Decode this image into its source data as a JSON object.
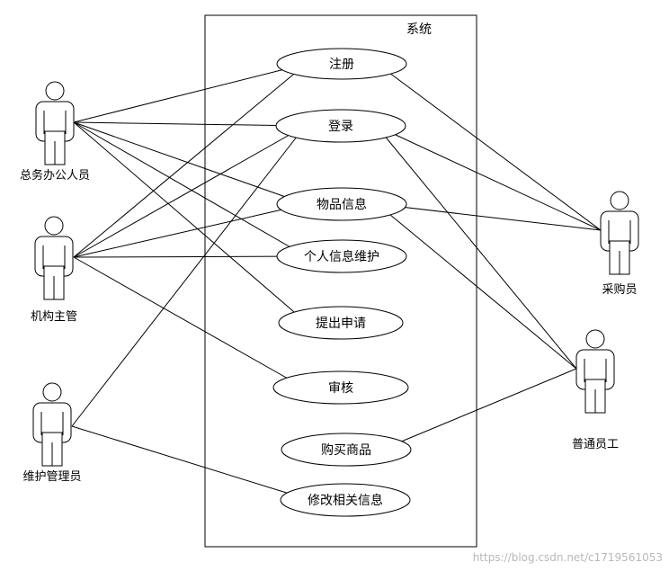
{
  "system": {
    "title": "系统"
  },
  "actors": [
    {
      "id": "general_office",
      "label": "总务办公人员"
    },
    {
      "id": "org_supervisor",
      "label": "机构主管"
    },
    {
      "id": "maintainer",
      "label": "维护管理员"
    },
    {
      "id": "purchaser",
      "label": "采购员"
    },
    {
      "id": "employee",
      "label": "普通员工"
    }
  ],
  "use_cases": [
    {
      "id": "register",
      "label": "注册"
    },
    {
      "id": "login",
      "label": "登录"
    },
    {
      "id": "item_info",
      "label": "物品信息"
    },
    {
      "id": "personal_info",
      "label": "个人信息维护"
    },
    {
      "id": "submit_request",
      "label": "提出申请"
    },
    {
      "id": "review",
      "label": "审核"
    },
    {
      "id": "buy_goods",
      "label": "购买商品"
    },
    {
      "id": "modify_info",
      "label": "修改相关信息"
    }
  ],
  "associations": [
    [
      "general_office",
      "register"
    ],
    [
      "general_office",
      "login"
    ],
    [
      "general_office",
      "item_info"
    ],
    [
      "general_office",
      "personal_info"
    ],
    [
      "general_office",
      "submit_request"
    ],
    [
      "org_supervisor",
      "register"
    ],
    [
      "org_supervisor",
      "login"
    ],
    [
      "org_supervisor",
      "item_info"
    ],
    [
      "org_supervisor",
      "personal_info"
    ],
    [
      "org_supervisor",
      "review"
    ],
    [
      "maintainer",
      "login"
    ],
    [
      "maintainer",
      "modify_info"
    ],
    [
      "purchaser",
      "register"
    ],
    [
      "purchaser",
      "login"
    ],
    [
      "purchaser",
      "item_info"
    ],
    [
      "employee",
      "login"
    ],
    [
      "employee",
      "item_info"
    ],
    [
      "employee",
      "buy_goods"
    ]
  ],
  "watermark": "https://blog.csdn.net/c1719561053",
  "colors": {
    "line": "#000000",
    "watermark": "#b8b8b8"
  }
}
